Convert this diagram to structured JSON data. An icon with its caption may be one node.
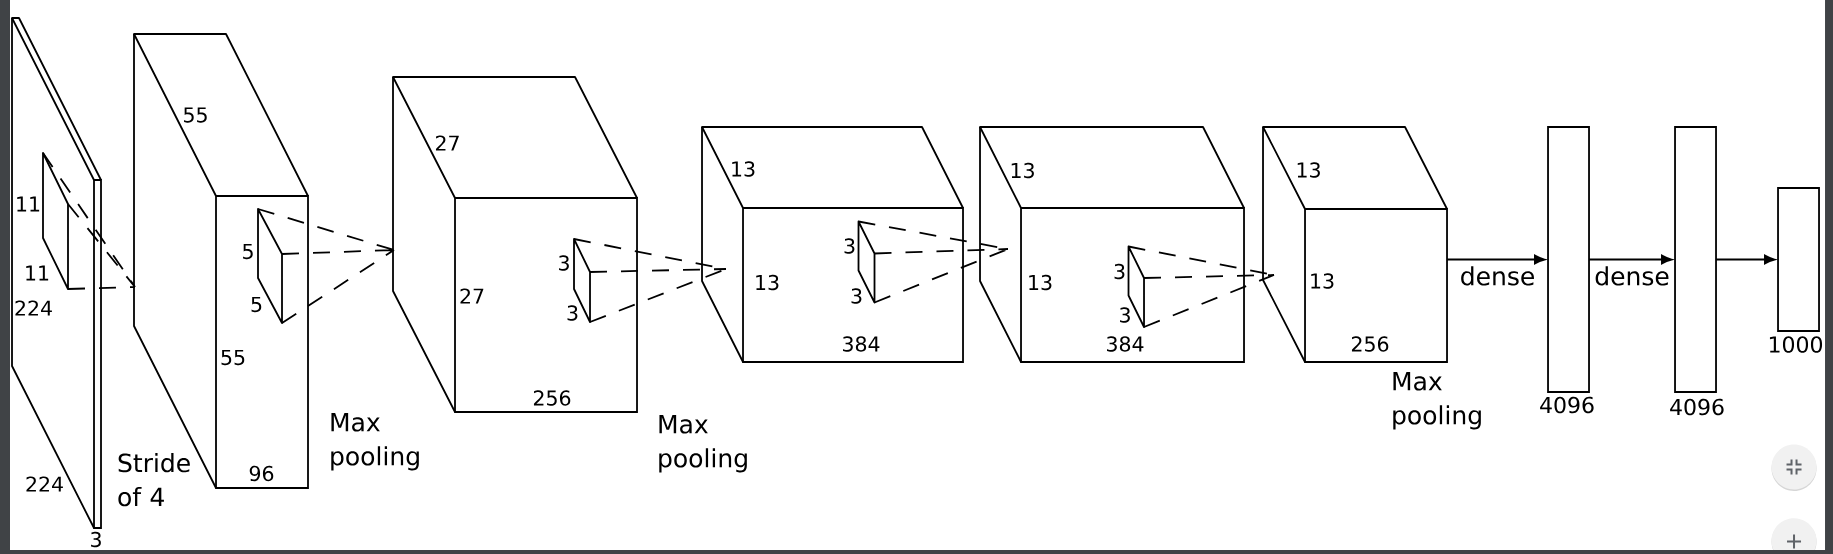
{
  "diagram": {
    "nodes": [
      {
        "text": [
          "224",
          "224",
          "3"
        ]
      },
      {
        "text": [
          "11",
          "11"
        ],
        "in": 0
      },
      {
        "text": [
          "55",
          "55",
          "96"
        ]
      },
      {
        "text": [
          "5",
          "5"
        ],
        "in": 2
      },
      {
        "text": [
          "27",
          "27",
          "256"
        ]
      },
      {
        "text": [
          "3",
          "3"
        ],
        "in": 4
      },
      {
        "text": [
          "13",
          "13",
          "384"
        ]
      },
      {
        "text": [
          "3",
          "3"
        ],
        "in": 6
      },
      {
        "text": [
          "13",
          "13",
          "384"
        ]
      },
      {
        "text": [
          "3",
          "3"
        ],
        "in": 8
      },
      {
        "text": [
          "13",
          "13",
          "256"
        ]
      },
      {
        "text": [
          "4096"
        ]
      },
      {
        "text": [
          "4096"
        ]
      },
      {
        "text": [
          "1000"
        ]
      }
    ],
    "edges": [
      {
        "from": 1,
        "to": 2,
        "arrow": "none",
        "style": "dashed"
      },
      {
        "from": 3,
        "to": 4,
        "arrow": "none",
        "style": "dashed"
      },
      {
        "from": 5,
        "to": 6,
        "arrow": "none",
        "style": "dashed"
      },
      {
        "from": 7,
        "to": 8,
        "arrow": "none",
        "style": "dashed"
      },
      {
        "from": 9,
        "to": 10,
        "arrow": "none",
        "style": "dashed"
      },
      {
        "from": 10,
        "to": 11,
        "arrow": "to",
        "label": "dense"
      },
      {
        "from": 11,
        "to": 12,
        "arrow": "to",
        "label": "dense"
      },
      {
        "from": 12,
        "to": 13,
        "arrow": "to"
      }
    ],
    "labels": [
      "Stride of 4",
      "Max pooling",
      "Max pooling",
      "Max pooling"
    ]
  }
}
